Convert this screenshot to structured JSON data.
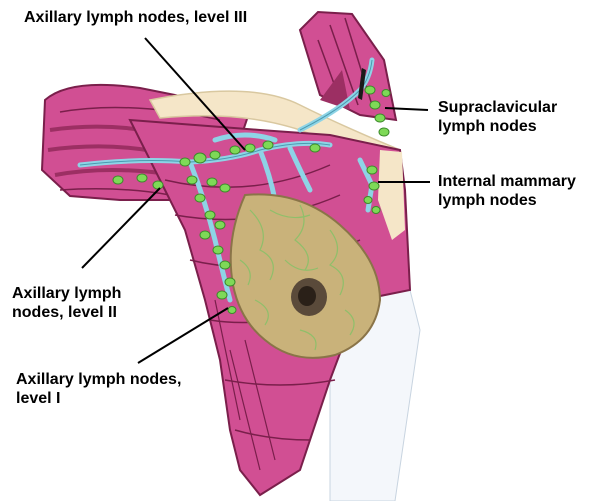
{
  "labels": {
    "level3": [
      "Axillary lymph nodes, level III"
    ],
    "supraclavicular": [
      "Supraclavicular",
      "lymph nodes"
    ],
    "internal_mammary": [
      "Internal mammary",
      "lymph nodes"
    ],
    "level2": [
      "Axillary lymph",
      "nodes, level II"
    ],
    "level1": [
      "Axillary lymph nodes,",
      "level I"
    ]
  },
  "colors": {
    "muscle": "#d14f93",
    "muscle_dark": "#9c2f63",
    "muscle_line": "#7a1f4b",
    "skin": "#f5e6c8",
    "breast_tissue": "#c9b27a",
    "breast_vessels": "#8fbf6a",
    "nipple": "#5a4a3a",
    "lymph_vessel": "#8ed4e6",
    "lymph_node": "#7ed957",
    "white_area": "#f4f7fb"
  }
}
